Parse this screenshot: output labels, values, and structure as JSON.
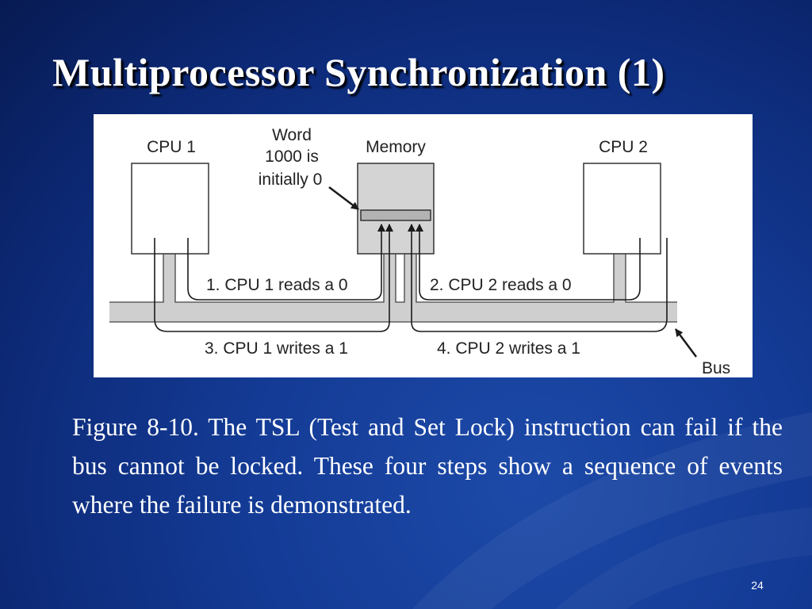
{
  "slide": {
    "title": "Multiprocessor Synchronization (1)",
    "caption": "Figure 8-10. The TSL (Test and Set Lock) instruction can fail if the bus cannot be locked. These four steps show a sequence of events where the failure is demonstrated.",
    "page_number": "24"
  },
  "diagram": {
    "cpu1_label": "CPU 1",
    "cpu2_label": "CPU 2",
    "memory_label": "Memory",
    "word_note": [
      "Word",
      "1000 is",
      "initially 0"
    ],
    "bus_label": "Bus",
    "steps": [
      "1. CPU 1 reads a 0",
      "2. CPU 2 reads a 0",
      "3. CPU 1 writes a 1",
      "4. CPU 2 writes a 1"
    ]
  }
}
